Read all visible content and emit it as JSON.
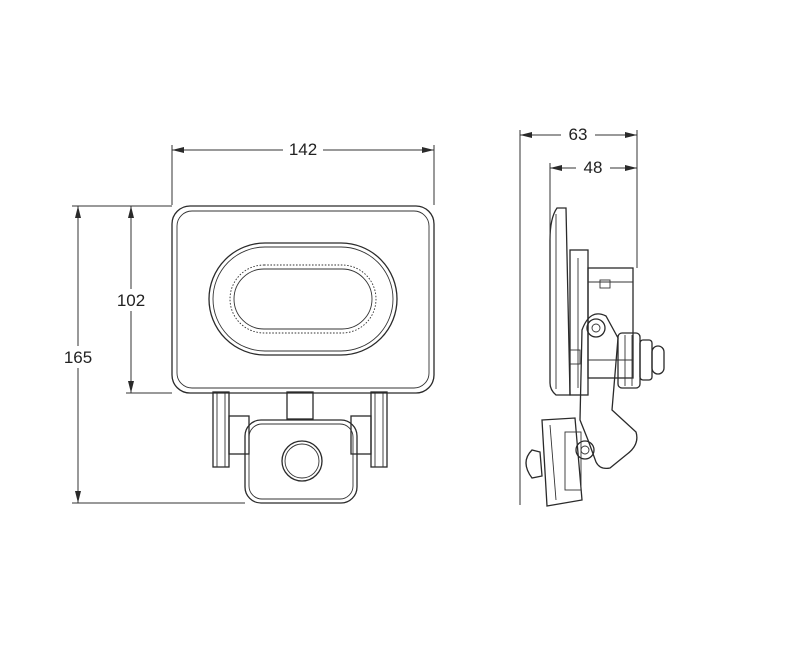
{
  "dimensions": {
    "front_width": "142",
    "front_height_body": "102",
    "front_height_total": "165",
    "side_depth_total": "63",
    "side_depth_body": "48"
  },
  "colors": {
    "line": "#2a2a2a",
    "background": "#ffffff"
  }
}
